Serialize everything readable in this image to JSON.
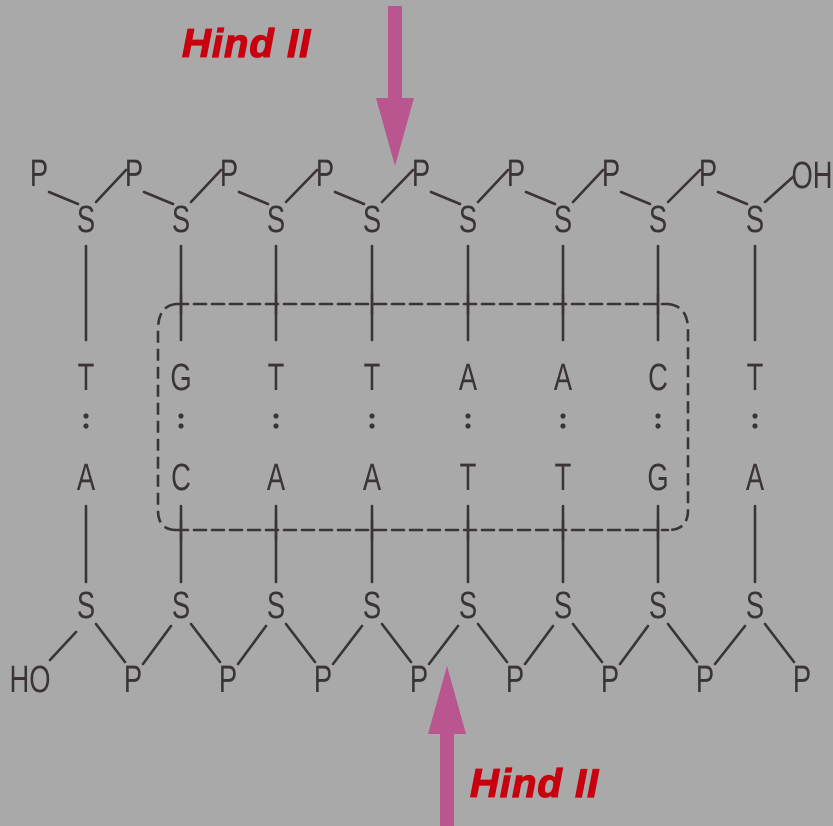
{
  "labels": {
    "enzyme_top": "Hind II",
    "enzyme_bottom": "Hind II",
    "top_end": "OH",
    "bottom_start": "HO"
  },
  "strands": {
    "top": {
      "phosphates": [
        "P",
        "P",
        "P",
        "P",
        "P",
        "P",
        "P",
        "P"
      ],
      "sugars": [
        "S",
        "S",
        "S",
        "S",
        "S",
        "S",
        "S",
        "S"
      ]
    },
    "bottom": {
      "sugars": [
        "S",
        "S",
        "S",
        "S",
        "S",
        "S",
        "S",
        "S"
      ],
      "phosphates": [
        "P",
        "P",
        "P",
        "P",
        "P",
        "P",
        "P",
        "P"
      ]
    }
  },
  "bases": {
    "top": [
      "T",
      "G",
      "T",
      "T",
      "A",
      "A",
      "C",
      "T"
    ],
    "bottom": [
      "A",
      "C",
      "A",
      "A",
      "T",
      "T",
      "G",
      "A"
    ]
  },
  "colors": {
    "background": "#a9a9a9",
    "ink": "#3a3434",
    "arrow": "#b9558f",
    "label": "#c8000f"
  }
}
